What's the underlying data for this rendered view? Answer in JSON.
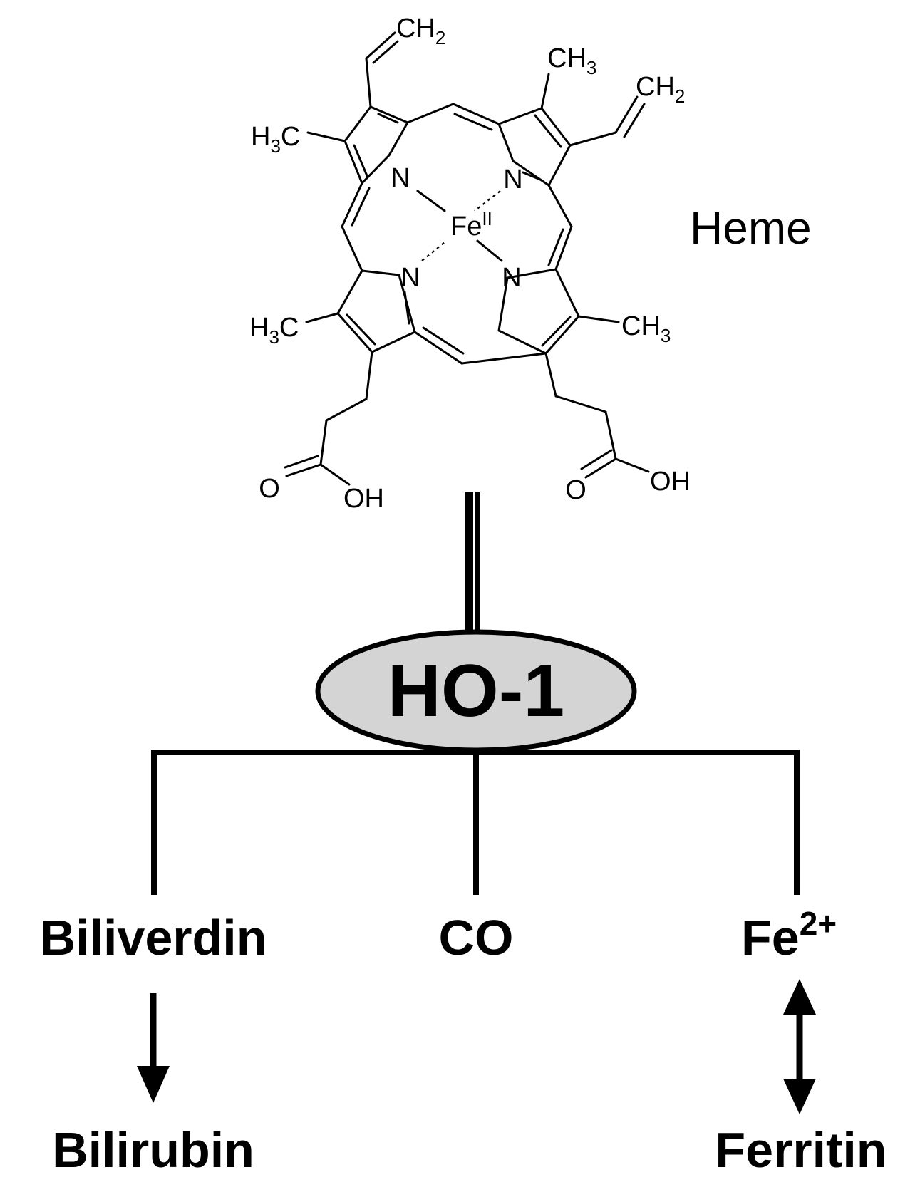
{
  "molecule": {
    "name": "Heme",
    "metal": "Fe",
    "metal_oxidation": "II",
    "nitrogen": "N",
    "ch2": "CH",
    "ch2_sub": "2",
    "ch3": "CH",
    "ch3_sub": "3",
    "h3c_prefix": "H",
    "h3c_sub": "3",
    "h3c_suffix": "C",
    "carbonyl_o": "O",
    "hydroxyl": "OH"
  },
  "enzyme": {
    "label": "HO-1",
    "fill_color": "#d4d4d4"
  },
  "products": {
    "biliverdin": "Biliverdin",
    "co": "CO",
    "iron": "Fe",
    "iron_charge": "2+",
    "bilirubin": "Bilirubin",
    "ferritin": "Ferritin"
  }
}
